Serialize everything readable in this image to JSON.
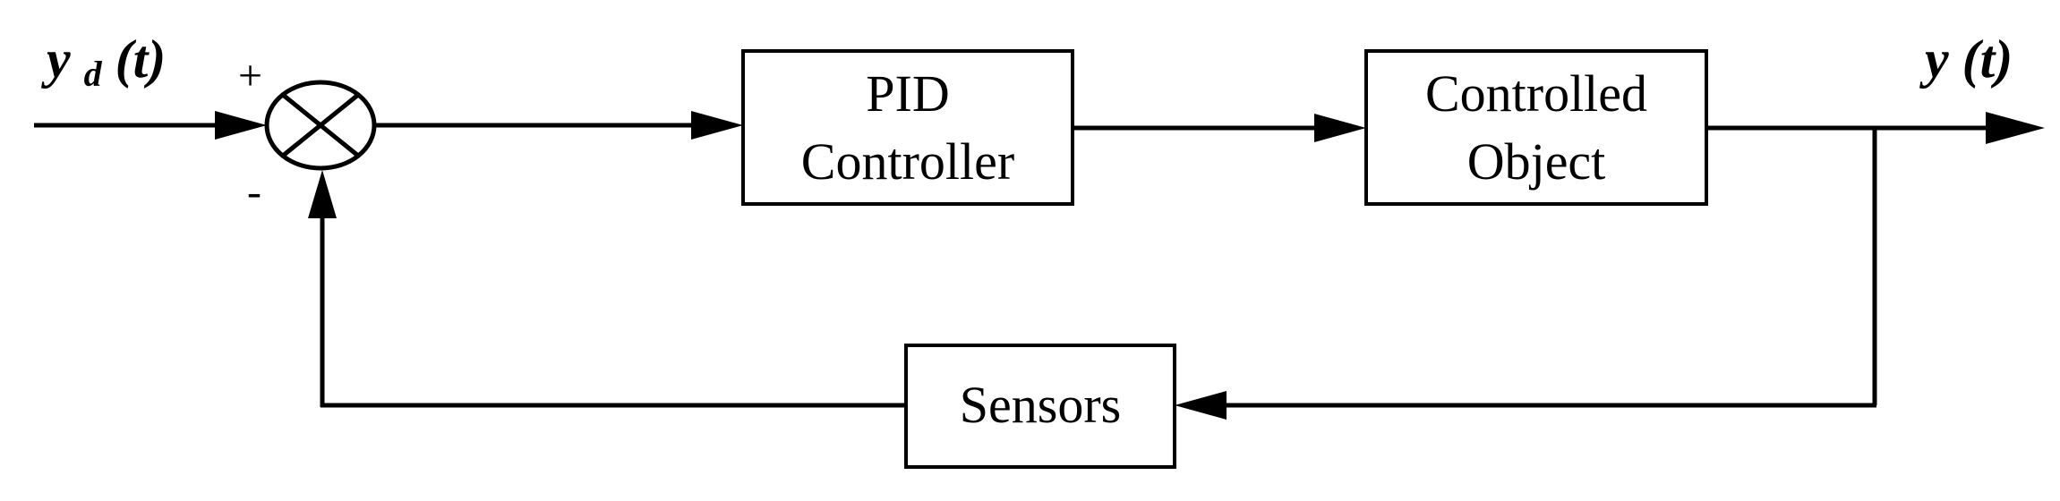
{
  "diagram": {
    "input_signal": {
      "base": "y",
      "subscript": "d",
      "argument": "(t)"
    },
    "output_signal": {
      "base": "y",
      "argument": "(t)"
    },
    "summing_junction": {
      "plus_sign": "+",
      "minus_sign": "-"
    },
    "blocks": {
      "pid_controller": {
        "line1": "PID",
        "line2": "Controller"
      },
      "controlled_object": {
        "line1": "Controlled",
        "line2": "Object"
      },
      "sensors": {
        "label": "Sensors"
      }
    }
  }
}
